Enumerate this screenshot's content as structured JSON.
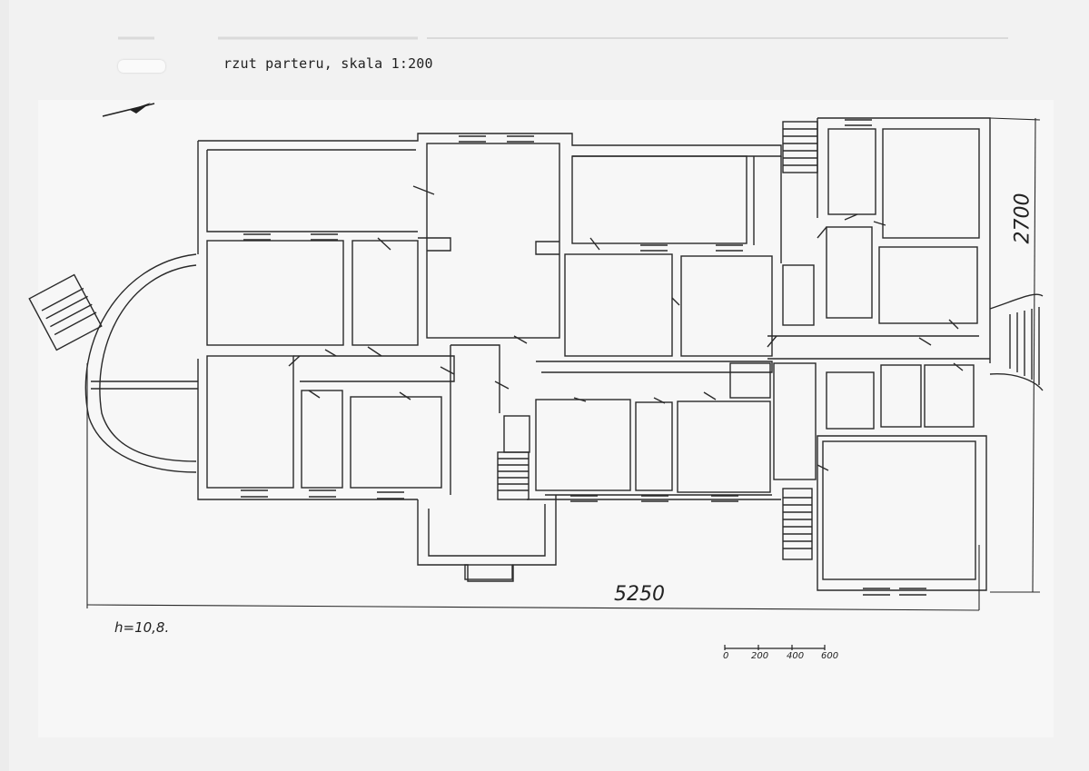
{
  "caption": "rzut parteru, skala 1:200",
  "dimensions": {
    "width_label": "5250",
    "depth_label": "2700"
  },
  "height_note": "h=10,8.",
  "scale_bar": {
    "ticks": [
      "0",
      "200",
      "400",
      "600"
    ]
  },
  "colors": {
    "ink": "#2a2a2a",
    "paper": "#f2f2f2",
    "background": "#6f6f6f"
  },
  "icons": {
    "north_arrow": "north-arrow-icon"
  }
}
